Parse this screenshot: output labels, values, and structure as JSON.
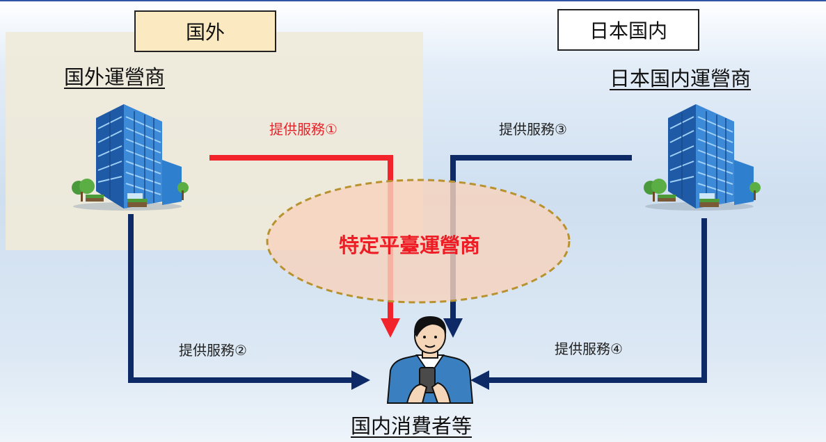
{
  "regions": {
    "foreign": "国外",
    "japan": "日本国内"
  },
  "operators": {
    "foreign": "国外運營商",
    "japan": "日本国内運營商"
  },
  "platform": "特定平臺運營商",
  "consumer": "国内消費者等",
  "services": {
    "s1": "提供服務①",
    "s2": "提供服務②",
    "s3": "提供服務③",
    "s4": "提供服務④"
  },
  "colors": {
    "red_arrow": "#f2232a",
    "navy_arrow": "#0d2a66",
    "platform_fill": "#f6d3bd",
    "platform_border": "#b8922e"
  },
  "icons": [
    "office-building-icon",
    "office-building-icon",
    "consumer-smartphone-icon"
  ]
}
